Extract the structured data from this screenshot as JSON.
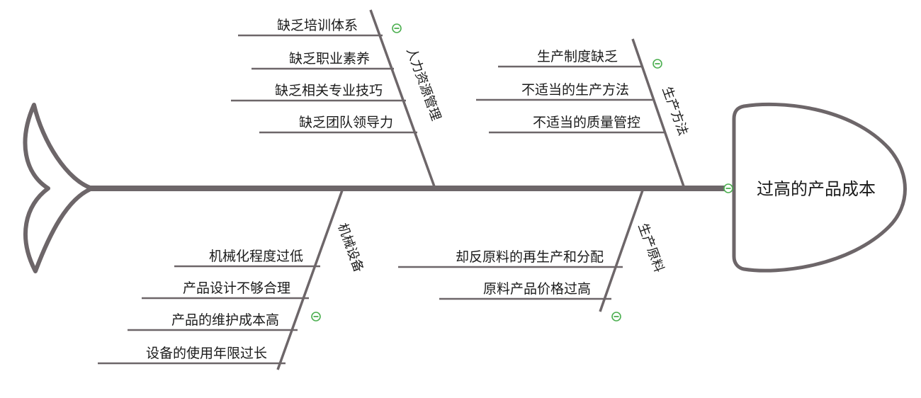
{
  "diagram": {
    "effect": "过高的产品成本",
    "colors": {
      "line": "#6d6669",
      "collapse": "#4caf50"
    },
    "icons": {
      "collapse": "collapse-circle-minus-icon"
    },
    "categories": [
      {
        "name": "人力资源管理",
        "causes": [
          "缺乏培训体系",
          "缺乏职业素养",
          "缺乏相关专业技巧",
          "缺乏团队领导力"
        ]
      },
      {
        "name": "生产方法",
        "causes": [
          "生产制度缺乏",
          "不适当的生产方法",
          "不适当的质量管控"
        ]
      },
      {
        "name": "机械设备",
        "causes": [
          "机械化程度过低",
          "产品设计不够合理",
          "产品的维护成本高",
          "设备的使用年限过长"
        ]
      },
      {
        "name": "生产原料",
        "causes": [
          "却反原料的再生产和分配",
          "原料产品价格过高"
        ]
      }
    ]
  }
}
